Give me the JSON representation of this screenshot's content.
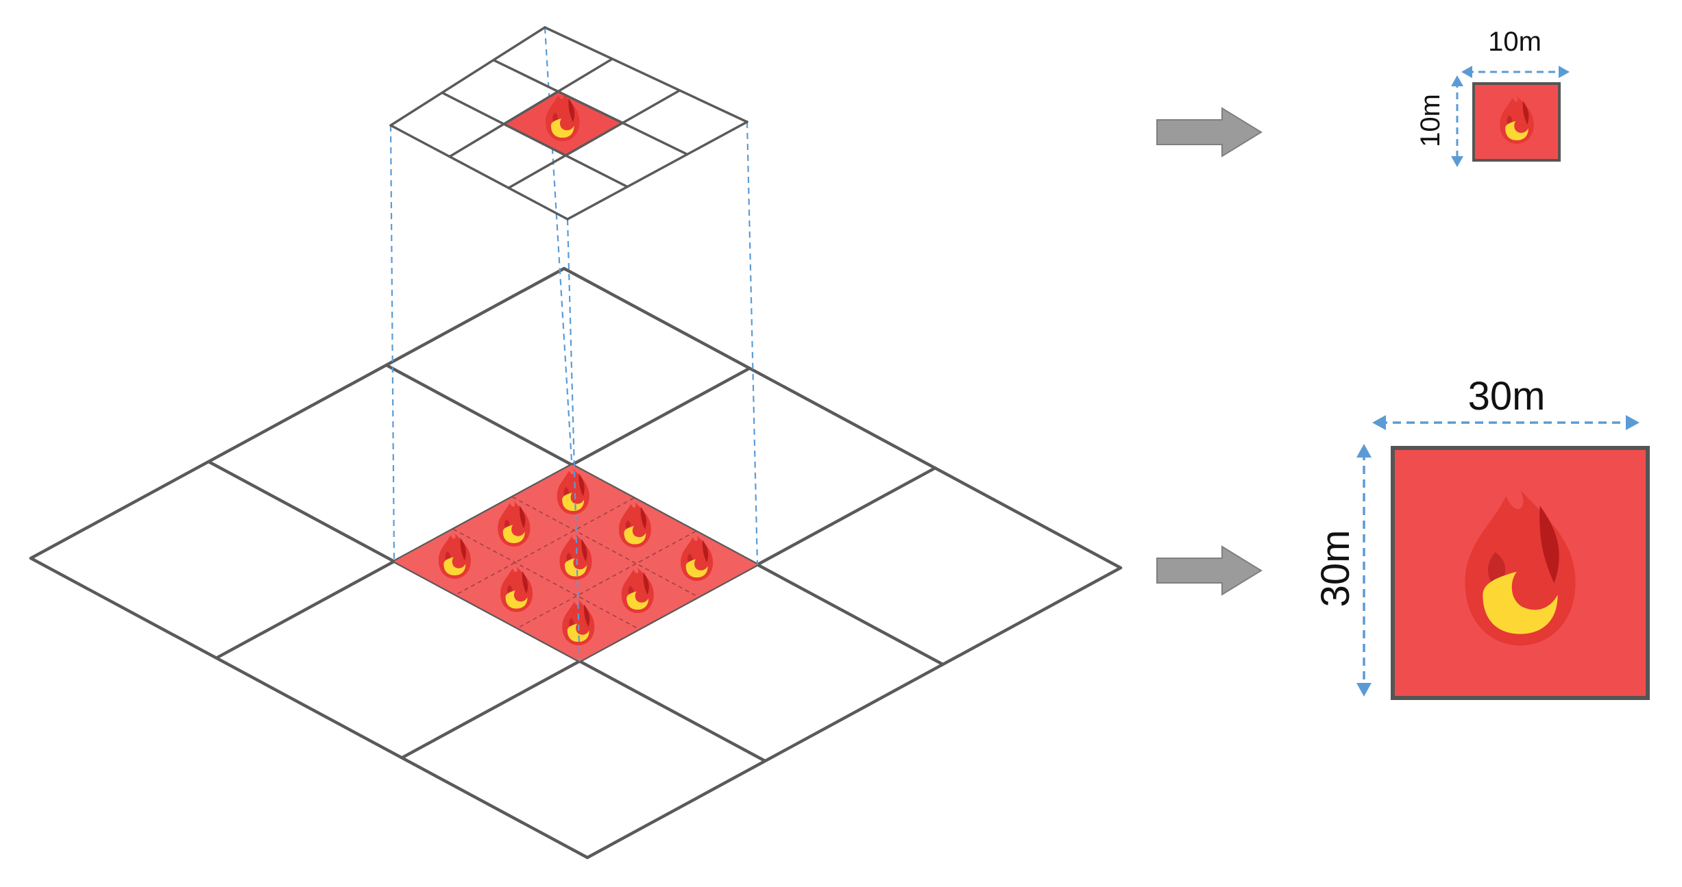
{
  "small_resolution": {
    "width_label": "10m",
    "height_label": "10m"
  },
  "large_resolution": {
    "width_label": "30m",
    "height_label": "30m"
  },
  "colors": {
    "grid_line": "#5a5a5a",
    "fire_cell": "#f04e4e",
    "fire_cell_light": "#f36060",
    "flame_outer": "#e53935",
    "flame_mid": "#c62828",
    "flame_dark": "#b71c1c",
    "flame_core": "#fdd835",
    "projection_line": "#5b9bd5",
    "dimension_arrow": "#5b9bd5",
    "arrow_fill": "#9b9b9b",
    "arrow_stroke": "#7f7f7f"
  },
  "icons": {
    "fire": "fire-icon",
    "right_arrow": "right-arrow-icon"
  }
}
